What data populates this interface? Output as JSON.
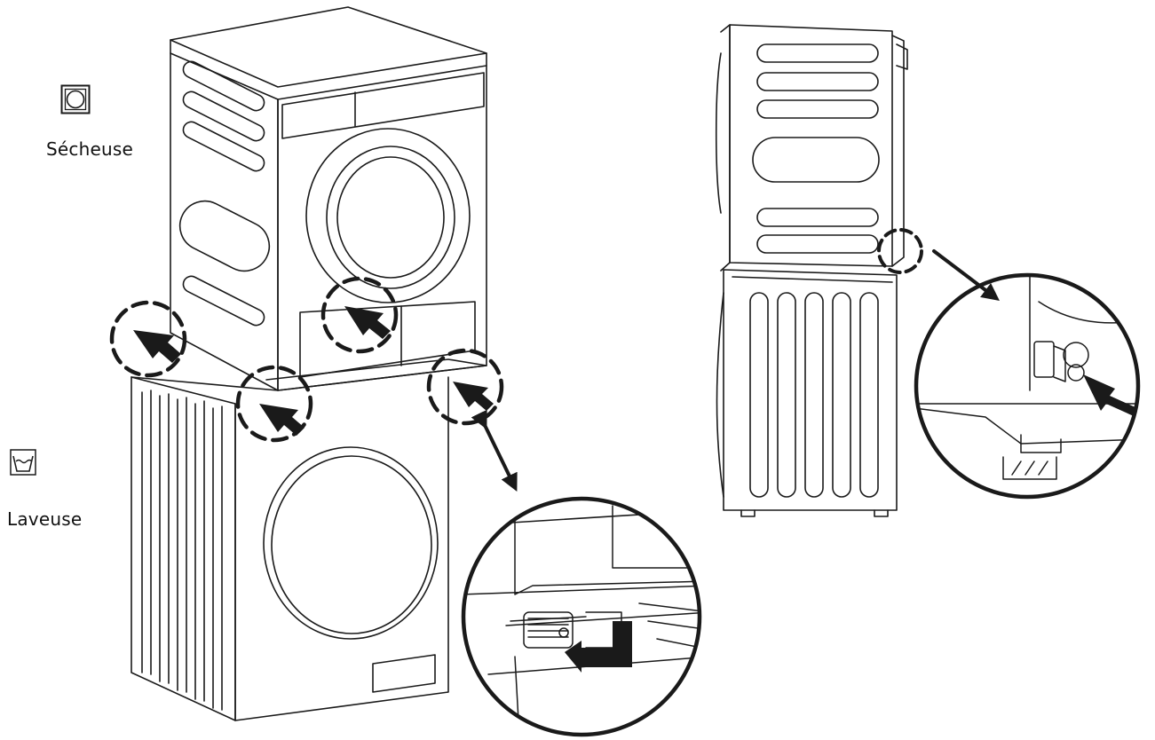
{
  "labels": {
    "dryer": "Sécheuse",
    "washer": "Laveuse"
  },
  "icons": {
    "dryer_symbol": "dryer-care-symbol-icon",
    "washer_symbol": "washing-care-symbol-icon",
    "arrow": "arrow-icon",
    "callout": "dashed-callout-circle"
  },
  "colors": {
    "line": "#1a1a1a",
    "background": "#ffffff"
  }
}
